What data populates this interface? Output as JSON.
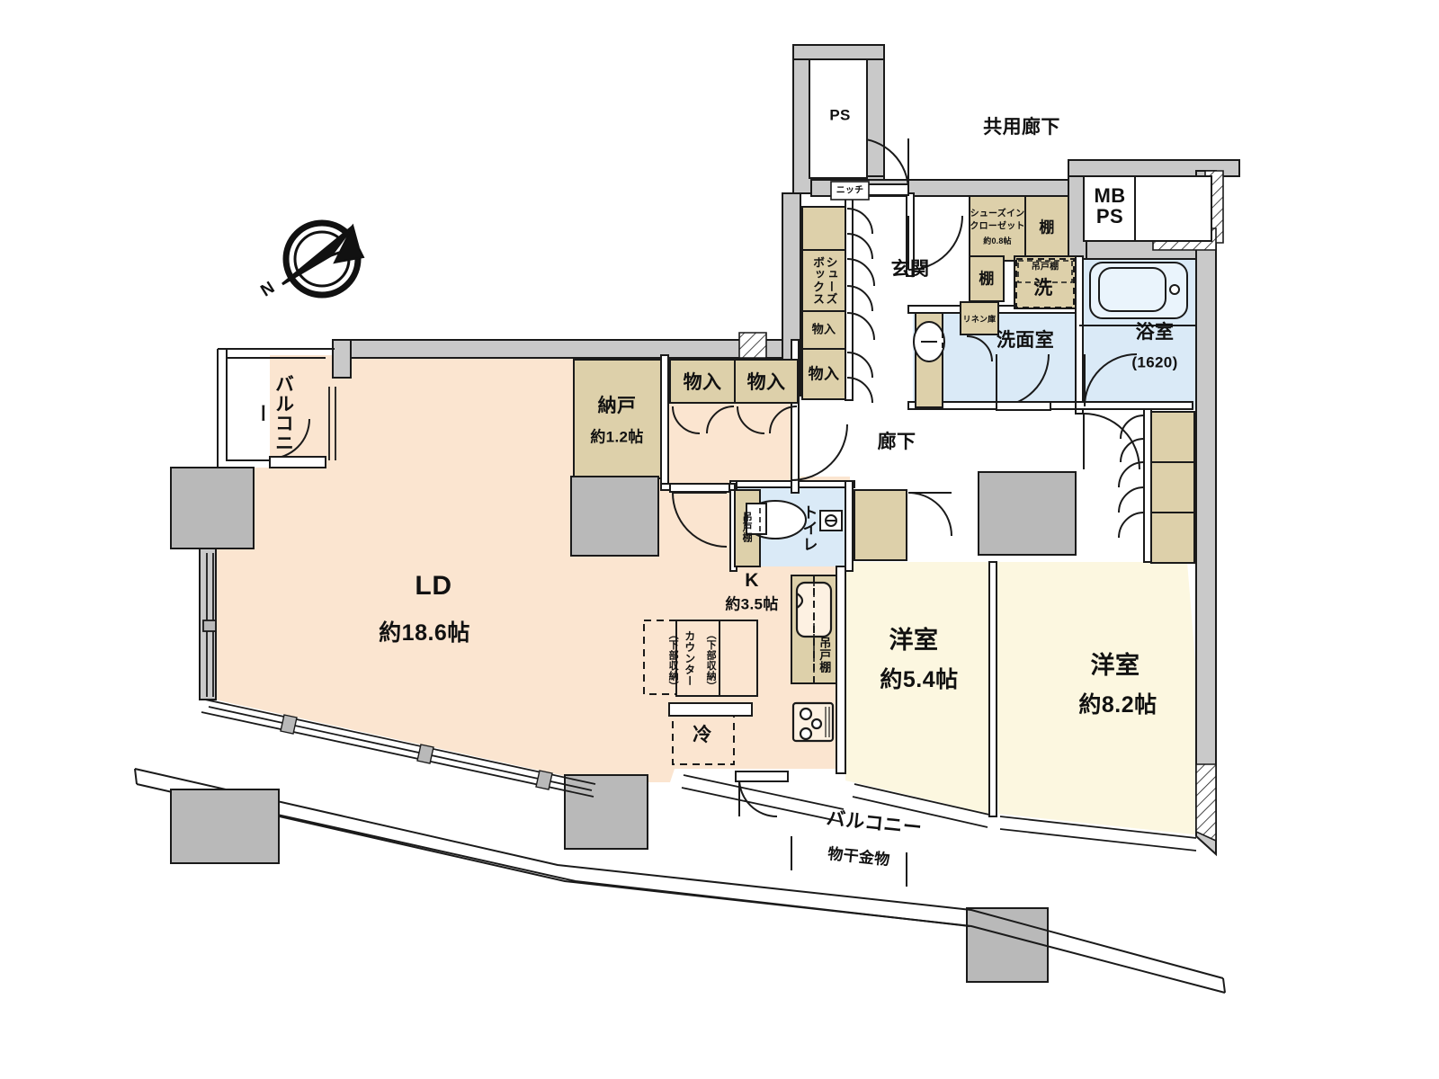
{
  "plan": {
    "type": "japanese-apartment-floorplan",
    "unit_type": "3LDK",
    "compass": {
      "label": "N",
      "direction": "north-east"
    },
    "colors": {
      "living_fill": "#fbe5d0",
      "room_fill": "#fcf7e0",
      "storage_fill": "#ddd0aa",
      "wet_fill": "#daeaf7",
      "wall_fill": "#c9c9c9",
      "outline": "#1a1a1a",
      "background": "#ffffff"
    },
    "rooms": [
      {
        "id": "ld",
        "name": "LD",
        "area": "約18.6帖",
        "fill": "living_fill"
      },
      {
        "id": "kitchen",
        "name": "K",
        "area": "約3.5帖",
        "fill": "living_fill"
      },
      {
        "id": "western-1",
        "name": "洋室",
        "area": "約5.4帖",
        "fill": "room_fill"
      },
      {
        "id": "western-2",
        "name": "洋室",
        "area": "約8.2帖",
        "fill": "room_fill"
      },
      {
        "id": "nando",
        "name": "納戸",
        "area": "約1.2帖",
        "fill": "storage_fill"
      },
      {
        "id": "sic",
        "name": "シューズインクローゼット",
        "area": "約0.8帖",
        "fill": "storage_fill"
      },
      {
        "id": "genkan",
        "name": "玄関",
        "area": "",
        "fill": "white"
      },
      {
        "id": "rouka",
        "name": "廊下",
        "area": "",
        "fill": "white"
      },
      {
        "id": "senmen",
        "name": "洗面室",
        "area": "",
        "fill": "wet_fill"
      },
      {
        "id": "bath",
        "name": "浴室",
        "area": "(1620)",
        "fill": "wet_fill"
      },
      {
        "id": "toilet",
        "name": "トイレ",
        "area": "",
        "fill": "wet_fill"
      }
    ],
    "labels": {
      "ld_name": "LD",
      "ld_area": "約18.6帖",
      "kitchen_name": "K",
      "kitchen_area": "約3.5帖",
      "western1_name": "洋室",
      "western1_area": "約5.4帖",
      "western2_name": "洋室",
      "western2_area": "約8.2帖",
      "nando_name": "納戸",
      "nando_area": "約1.2帖",
      "genkan": "玄関",
      "rouka": "廊下",
      "kyoyo_rouka": "共用廊下",
      "senmenshitsu": "洗面室",
      "yokushitsu": "浴室",
      "yokushitsu_size": "(1620)",
      "toilet": "トイレ",
      "sic_line1": "シューズイン",
      "sic_line2": "クローゼット",
      "sic_area": "約0.8帖",
      "ps_top": "PS",
      "mb_ps": "MB\nPS",
      "nicchi": "ニッチ",
      "shoes_box": "シューズボックス",
      "monoire": "物入",
      "tana": "棚",
      "linen": "リネン庫",
      "tsuridana": "吊戸棚",
      "sen": "洗",
      "rei": "冷",
      "counter": "カウンター",
      "kabu_shuno": "（下部収納）",
      "balcony": "バルコニー",
      "monohoshi": "物干金物",
      "compass_n": "N"
    },
    "fixtures": [
      {
        "name": "bathtub",
        "room": "bath"
      },
      {
        "name": "washbasin",
        "room": "senmen"
      },
      {
        "name": "washing-machine",
        "room": "senmen",
        "label": "洗"
      },
      {
        "name": "toilet-bowl",
        "room": "toilet"
      },
      {
        "name": "gas-stove",
        "room": "kitchen"
      },
      {
        "name": "sink",
        "room": "kitchen"
      },
      {
        "name": "refrigerator",
        "room": "kitchen",
        "label": "冷"
      },
      {
        "name": "hanging-cabinet",
        "room": "kitchen",
        "label": "吊戸棚"
      }
    ],
    "storage_cells": [
      {
        "label": "シューズボックス",
        "orientation": "vertical"
      },
      {
        "label": "物入",
        "orientation": "horizontal"
      },
      {
        "label": "物入",
        "orientation": "vertical"
      },
      {
        "label": "物入",
        "orientation": "horizontal"
      },
      {
        "label": "物入",
        "orientation": "horizontal"
      },
      {
        "label": "物入",
        "orientation": "vertical"
      },
      {
        "label": "棚",
        "orientation": "horizontal"
      },
      {
        "label": "棚",
        "orientation": "horizontal"
      },
      {
        "label": "リネン庫",
        "orientation": "horizontal"
      }
    ],
    "balconies": [
      {
        "id": "balcony-north",
        "label": "バルコニー",
        "orientation": "vertical"
      },
      {
        "id": "balcony-south",
        "label": "バルコニー",
        "orientation": "horizontal",
        "note": "物干金物"
      }
    ]
  }
}
